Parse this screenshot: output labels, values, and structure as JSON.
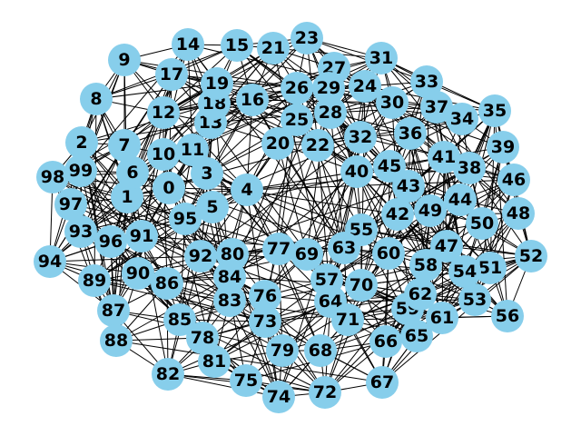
{
  "graph": {
    "node_color": "#87ceeb",
    "edge_color": "#000000",
    "label_color": "#000000",
    "nodes": [
      "0",
      "1",
      "2",
      "3",
      "4",
      "5",
      "6",
      "7",
      "8",
      "9",
      "10",
      "11",
      "12",
      "13",
      "14",
      "15",
      "16",
      "17",
      "18",
      "19",
      "20",
      "21",
      "22",
      "23",
      "24",
      "25",
      "26",
      "27",
      "28",
      "29",
      "30",
      "31",
      "32",
      "33",
      "34",
      "35",
      "36",
      "37",
      "38",
      "39",
      "40",
      "41",
      "42",
      "43",
      "44",
      "45",
      "46",
      "47",
      "48",
      "49",
      "50",
      "51",
      "52",
      "53",
      "54",
      "55",
      "56",
      "57",
      "58",
      "59",
      "60",
      "61",
      "62",
      "63",
      "64",
      "65",
      "66",
      "67",
      "68",
      "69",
      "70",
      "71",
      "72",
      "73",
      "74",
      "75",
      "76",
      "77",
      "78",
      "79",
      "80",
      "81",
      "82",
      "83",
      "84",
      "85",
      "86",
      "87",
      "88",
      "89",
      "90",
      "91",
      "92",
      "93",
      "94",
      "95",
      "96",
      "97",
      "98",
      "99"
    ]
  }
}
